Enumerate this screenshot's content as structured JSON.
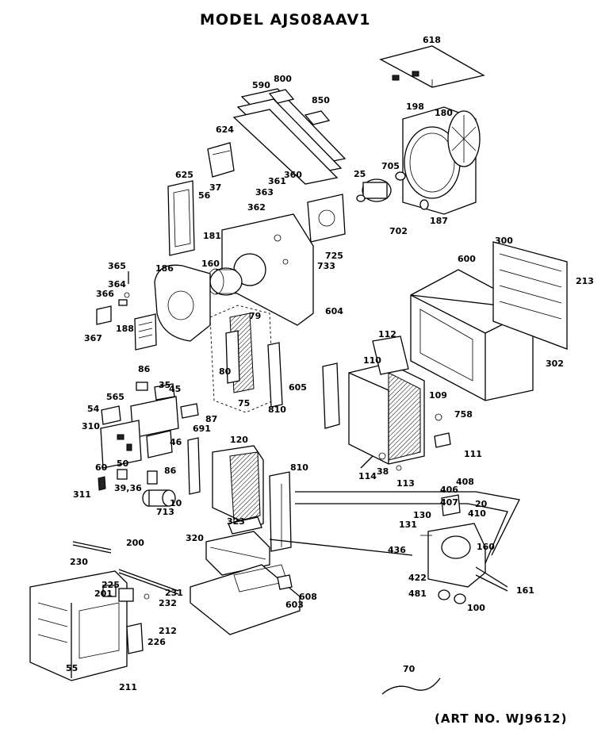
{
  "title": "MODEL AJS08AAV1",
  "art_number": "(ART NO. WJ9612)",
  "part_numbers": {
    "p618": "618",
    "p590": "590",
    "p800": "800",
    "p850": "850",
    "p198": "198",
    "p180": "180",
    "p624": "624",
    "p625": "625",
    "p37": "37",
    "p56": "56",
    "p361": "361",
    "p360": "360",
    "p363": "363",
    "p362": "362",
    "p25": "25",
    "p705": "705",
    "p702": "702",
    "p187": "187",
    "p181": "181",
    "p160": "160",
    "p725": "725",
    "p300": "300",
    "p600": "600",
    "p213": "213",
    "p365": "365",
    "p186": "186",
    "p364": "364",
    "p366": "366",
    "p733": "733",
    "p604": "604",
    "p367": "367",
    "p188": "188",
    "p79": "79",
    "p80": "80",
    "p75": "75",
    "p302": "302",
    "p112": "112",
    "p110": "110",
    "p605": "605",
    "p810a": "810",
    "p109": "109",
    "p86a": "86",
    "p35": "35",
    "p45": "45",
    "p565": "565",
    "p54": "54",
    "p87": "87",
    "p310": "310",
    "p691": "691",
    "p46": "46",
    "p120": "120",
    "p758": "758",
    "p111": "111",
    "p60": "60",
    "p50": "50",
    "p86b": "86",
    "p810b": "810",
    "p114": "114",
    "p38": "38",
    "p113": "113",
    "p311": "311",
    "p3936": "39,36",
    "p10": "10",
    "p713": "713",
    "p406": "406",
    "p408": "408",
    "p407": "407",
    "p410": "410",
    "p20": "20",
    "p130": "130",
    "p131": "131",
    "p323": "323",
    "p200": "200",
    "p320": "320",
    "p436": "436",
    "p160b": "160",
    "p230": "230",
    "p422": "422",
    "p481": "481",
    "p161": "161",
    "p225": "225",
    "p201": "201",
    "p231": "231",
    "p232": "232",
    "p608": "608",
    "p603": "603",
    "p100": "100",
    "p212": "212",
    "p226": "226",
    "p55": "55",
    "p211": "211",
    "p70": "70"
  }
}
